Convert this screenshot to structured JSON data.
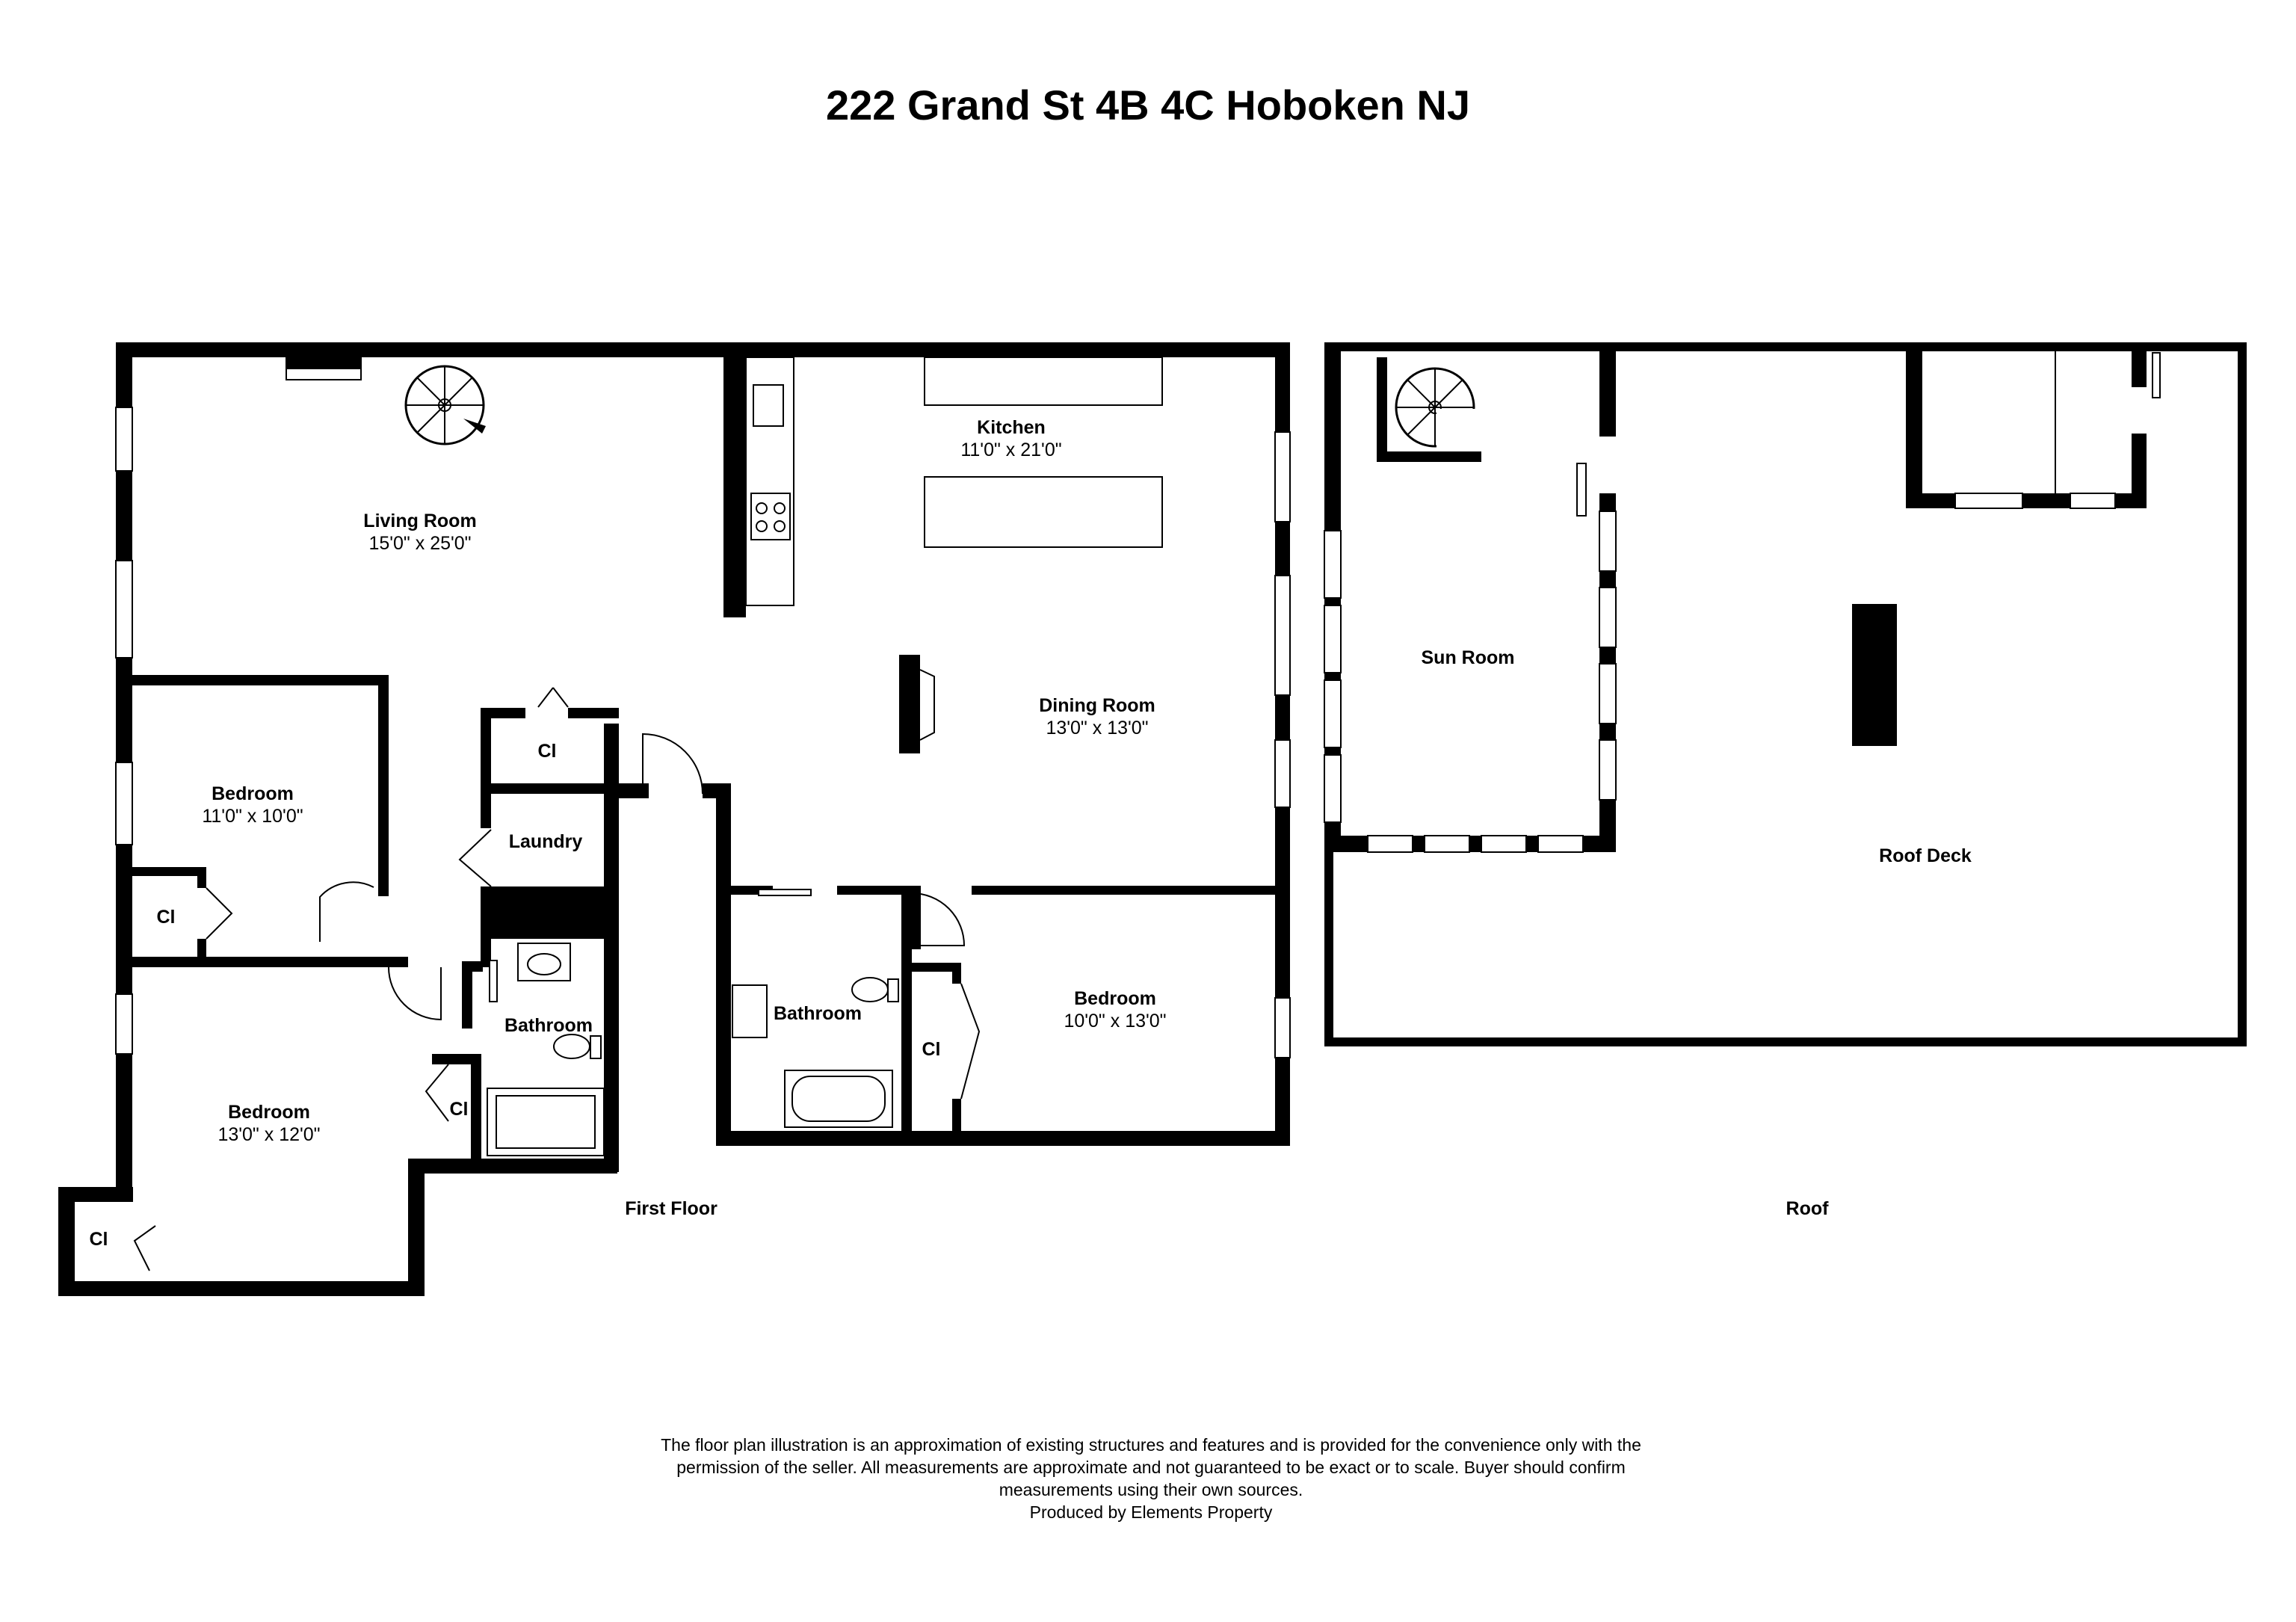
{
  "title": "222 Grand St 4B 4C Hoboken NJ",
  "floors": {
    "first": "First Floor",
    "roof": "Roof"
  },
  "rooms": {
    "living": {
      "name": "Living Room",
      "dims": "15'0\" x 25'0\""
    },
    "kitchen": {
      "name": "Kitchen",
      "dims": "11'0\" x 21'0\""
    },
    "dining": {
      "name": "Dining Room",
      "dims": "13'0\" x 13'0\""
    },
    "bedroom1": {
      "name": "Bedroom",
      "dims": "11'0\" x 10'0\""
    },
    "bedroom2": {
      "name": "Bedroom",
      "dims": "13'0\" x 12'0\""
    },
    "bedroom3": {
      "name": "Bedroom",
      "dims": "10'0\" x 13'0\""
    },
    "laundry": {
      "name": "Laundry"
    },
    "bath1": {
      "name": "Bathroom"
    },
    "bath2": {
      "name": "Bathroom"
    },
    "closet": "Cl",
    "sunroom": {
      "name": "Sun Room"
    },
    "roofdeck": {
      "name": "Roof Deck"
    }
  },
  "disclaimer": {
    "line1": "The floor plan illustration is an approximation of existing structures and features and is provided for the convenience only with the",
    "line2": "permission of the seller. All measurements are approximate and not guaranteed to be exact or to scale. Buyer should confirm",
    "line3": "measurements using their own sources.",
    "producer": "Produced by Elements Property"
  }
}
